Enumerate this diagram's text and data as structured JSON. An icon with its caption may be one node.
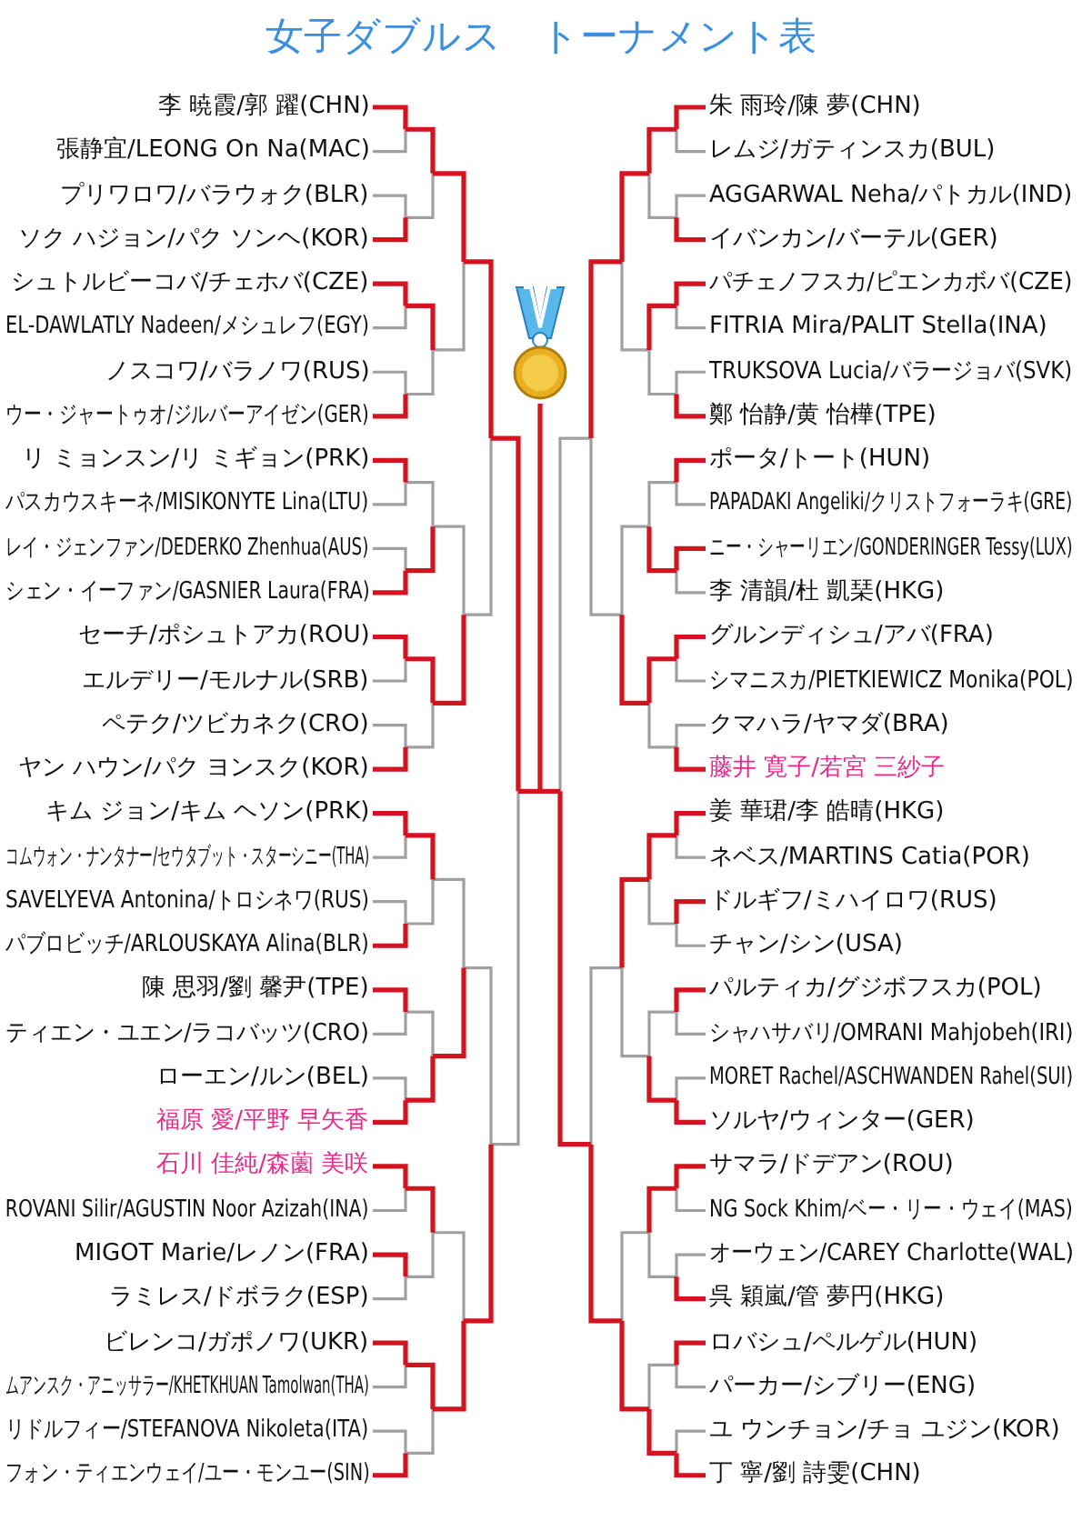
{
  "diagram": {
    "title": "女子ダブルス　トーナメント表",
    "labels": [
      "李 暁霞/郭 躍(CHN)",
      "張静宜/LEONG On Na(MAC)",
      "プリワロワ/バラウォク(BLR)",
      "ソク ハジョン/パク ソンヘ(KOR)",
      "シュトルビーコバ/チェホバ(CZE)",
      "EL-DAWLATLY Nadeen/メシュレフ(EGY)",
      "ノスコワ/バラノワ(RUS)",
      "ウー・ジャートゥオ/ジルバーアイゼン(GER)",
      "リ ミョンスン/リ ミギョン(PRK)",
      "パスカウスキーネ/MISIKONYTE Lina(LTU)",
      "レイ・ジェンファン/DEDERKO Zhenhua(AUS)",
      "シェン・イーファン/GASNIER Laura(FRA)",
      "セーチ/ポシュトアカ(ROU)",
      "エルデリー/モルナル(SRB)",
      "ペテク/ツビカネク(CRO)",
      "ヤン ハウン/パク ヨンスク(KOR)",
      "キム ジョン/キム ヘソン(PRK)",
      "コムウォン・ナンタナー/セウタブット・スターシニー(THA)",
      "SAVELYEVA Antonina/トロシネワ(RUS)",
      "パブロビッチ/ARLOUSKAYA Alina(BLR)",
      "陳 思羽/劉 馨尹(TPE)",
      "ティエン・ユエン/ラコバッツ(CRO)",
      "ローエン/ルン(BEL)",
      "福原 愛/平野 早矢香",
      "石川 佳純/森薗 美咲",
      "ROVANI Silir/AGUSTIN Noor Azizah(INA)",
      "MIGOT Marie/レノン(FRA)",
      "ラミレス/ドボラク(ESP)",
      "ビレンコ/ガポノワ(UKR)",
      "ムアンスク・アニッサラー/KHETKHUAN Tamolwan(THA)",
      "リドルフィー/STEFANOVA Nikoleta(ITA)",
      "フォン・ティエンウェイ/ユー・モンユー(SIN)",
      "朱 雨玲/陳 夢(CHN)",
      "レムジ/ガティンスカ(BUL)",
      "AGGARWAL Neha/パトカル(IND)",
      "イバンカン/バーテル(GER)",
      "パチェノフスカ/ピエンカボバ(CZE)",
      "FITRIA Mira/PALIT Stella(INA)",
      "TRUKSOVA Lucia/バラージョバ(SVK)",
      "鄭 怡静/黄 怡樺(TPE)",
      "ポータ/トート(HUN)",
      "PAPADAKI Angeliki/クリストフォーラキ(GRE)",
      "ニー・シャーリエン/GONDERINGER Tessy(LUX)",
      "李 清韻/杜 凱琹(HKG)",
      "グルンディシュ/アバ(FRA)",
      "シマニスカ/PIETKIEWICZ Monika(POL)",
      "クマハラ/ヤマダ(BRA)",
      "藤井 寛子/若宮 三紗子",
      "姜 華珺/李 皓晴(HKG)",
      "ネベス/MARTINS Catia(POR)",
      "ドルギフ/ミハイロワ(RUS)",
      "チャン/シン(USA)",
      "パルティカ/グジボフスカ(POL)",
      "シャハサバリ/OMRANI Mahjobeh(IRI)",
      "MORET Rachel/ASCHWANDEN Rahel(SUI)",
      "ソルヤ/ウィンター(GER)",
      "サマラ/ドデアン(ROU)",
      "NG Sock Khim/ベー・リー・ウェイ(MAS)",
      "オーウェン/CAREY Charlotte(WAL)",
      "呉 穎嵐/管 夢円(HKG)",
      "ロバシュ/ペルゲル(HUN)",
      "パーカー/シブリー(ENG)",
      "ユ ウンチョン/チョ ユジン(KOR)",
      "丁 寧/劉 詩雯(CHN)"
    ]
  }
}
